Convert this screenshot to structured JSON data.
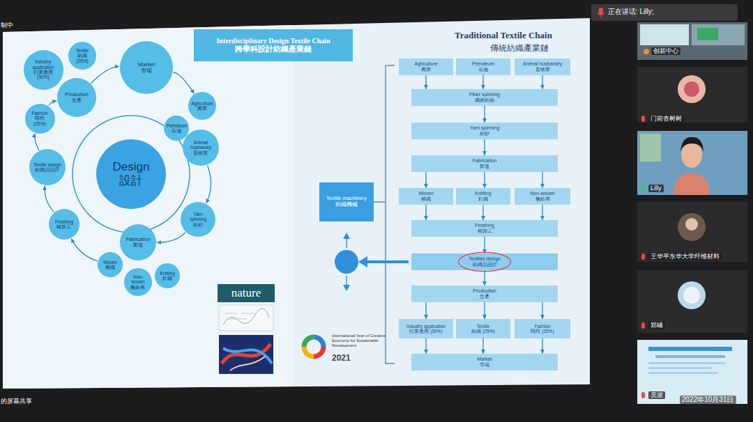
{
  "diagram": {
    "nodes": [
      {
        "text": [
          "Interdisciplinary Design Textile Chain",
          "跨學科設計紡織產業鏈"
        ]
      },
      {
        "text": [
          "Textile",
          "紡織 (25%)"
        ]
      },
      {
        "text": [
          "Market",
          "市場"
        ]
      },
      {
        "text": [
          "Industry application",
          "行業應用 (50%)"
        ]
      },
      {
        "text": [
          "Production",
          "生產"
        ]
      },
      {
        "text": [
          "Agriculture",
          "農業"
        ]
      },
      {
        "text": [
          "Fashion",
          "時尚 (25%)"
        ]
      },
      {
        "text": [
          "Petroleum",
          "石油"
        ]
      },
      {
        "text": [
          "Animal husbandry",
          "畜牧業"
        ]
      },
      {
        "text": [
          "Design",
          "設計"
        ]
      },
      {
        "text": [
          "Textile design",
          "紡織品設計"
        ]
      },
      {
        "text": [
          "Yarn spinning",
          "紡紗"
        ]
      },
      {
        "text": [
          "Finishing",
          "精加工"
        ]
      },
      {
        "text": [
          "Fabrication",
          "製造"
        ]
      },
      {
        "text": [
          "Woven",
          "梭織"
        ]
      },
      {
        "text": [
          "Knitting",
          "針織"
        ]
      },
      {
        "text": [
          "Non-woven",
          "無紡布"
        ]
      },
      {
        "text": [
          "nature"
        ]
      },
      {
        "text": [
          "Agriculture",
          "農業"
        ]
      },
      {
        "text": [
          "Petroleum",
          "石油"
        ]
      },
      {
        "text": [
          "Animal husbandry",
          "畜牧業"
        ]
      },
      {
        "text": [
          "Fiber spinning",
          "纖維紡絲"
        ]
      },
      {
        "text": [
          "Yarn spinning",
          "紡紗"
        ]
      },
      {
        "text": [
          "Fabrication",
          "製造"
        ]
      },
      {
        "text": [
          "Textile machinery",
          "紡織機械"
        ]
      },
      {
        "text": [
          "Woven",
          "梭織"
        ]
      },
      {
        "text": [
          "Knitting",
          "針織"
        ]
      },
      {
        "text": [
          "Non-woven",
          "無紡布"
        ]
      },
      {
        "text": [
          "Finishing",
          "精加工"
        ]
      },
      {
        "text": [
          "Textiles design",
          "紡織品設計"
        ]
      },
      {
        "text": [
          "Production",
          "生產"
        ]
      },
      {
        "text": [
          "Industry application",
          "行業應用 (50%)"
        ]
      },
      {
        "text": [
          "Textile",
          "紡織 (25%)"
        ]
      },
      {
        "text": [
          "Fashion",
          "時尚 (25%)"
        ]
      },
      {
        "text": [
          "Market",
          "市場"
        ]
      }
    ],
    "edges": [
      {
        "from": 4,
        "to": 2,
        "arrow": "to"
      },
      {
        "from": 2,
        "to": 5,
        "arrow": "to"
      },
      {
        "from": 8,
        "to": 11,
        "arrow": "to"
      },
      {
        "from": 11,
        "to": 13,
        "arrow": "to"
      },
      {
        "from": 14,
        "to": 12,
        "arrow": "to"
      },
      {
        "from": 12,
        "to": 10,
        "arrow": "to"
      },
      {
        "from": 10,
        "to": 6,
        "arrow": "to"
      },
      {
        "from": 6,
        "to": 4,
        "arrow": "to"
      },
      {
        "from": 18,
        "to": 21,
        "arrow": "to"
      },
      {
        "from": 19,
        "to": 21,
        "arrow": "to"
      },
      {
        "from": 20,
        "to": 21,
        "arrow": "to"
      },
      {
        "from": 21,
        "to": 22,
        "arrow": "to"
      },
      {
        "from": 22,
        "to": 23,
        "arrow": "to"
      },
      {
        "from": 23,
        "to": 25,
        "arrow": "to"
      },
      {
        "from": 23,
        "to": 26,
        "arrow": "to"
      },
      {
        "from": 23,
        "to": 27,
        "arrow": "to"
      },
      {
        "from": 25,
        "to": 28,
        "arrow": "to"
      },
      {
        "from": 26,
        "to": 28,
        "arrow": "to"
      },
      {
        "from": 27,
        "to": 28,
        "arrow": "to"
      },
      {
        "from": 28,
        "to": 29,
        "arrow": "to"
      },
      {
        "from": 29,
        "to": 30,
        "arrow": "to"
      },
      {
        "from": 30,
        "to": 31,
        "arrow": "to"
      },
      {
        "from": 30,
        "to": 32,
        "arrow": "to"
      },
      {
        "from": 30,
        "to": 33,
        "arrow": "to"
      },
      {
        "from": 31,
        "to": 34,
        "arrow": "to"
      },
      {
        "from": 32,
        "to": 34,
        "arrow": "to"
      },
      {
        "from": 33,
        "to": 34,
        "arrow": "to"
      }
    ],
    "labels": [
      "Traditional Textile Chain",
      "傳統紡織產業鏈",
      "International Year of Creative Economy for Sustainable Development",
      "2021",
      "制中",
      "的屏幕共享",
      "正在讲话: Lilly;",
      "创新中心",
      "门前杏树树",
      "Lilly",
      "王华平东华大学纤维材料",
      "郑晞",
      "吴波",
      "2022年10月31日"
    ]
  }
}
